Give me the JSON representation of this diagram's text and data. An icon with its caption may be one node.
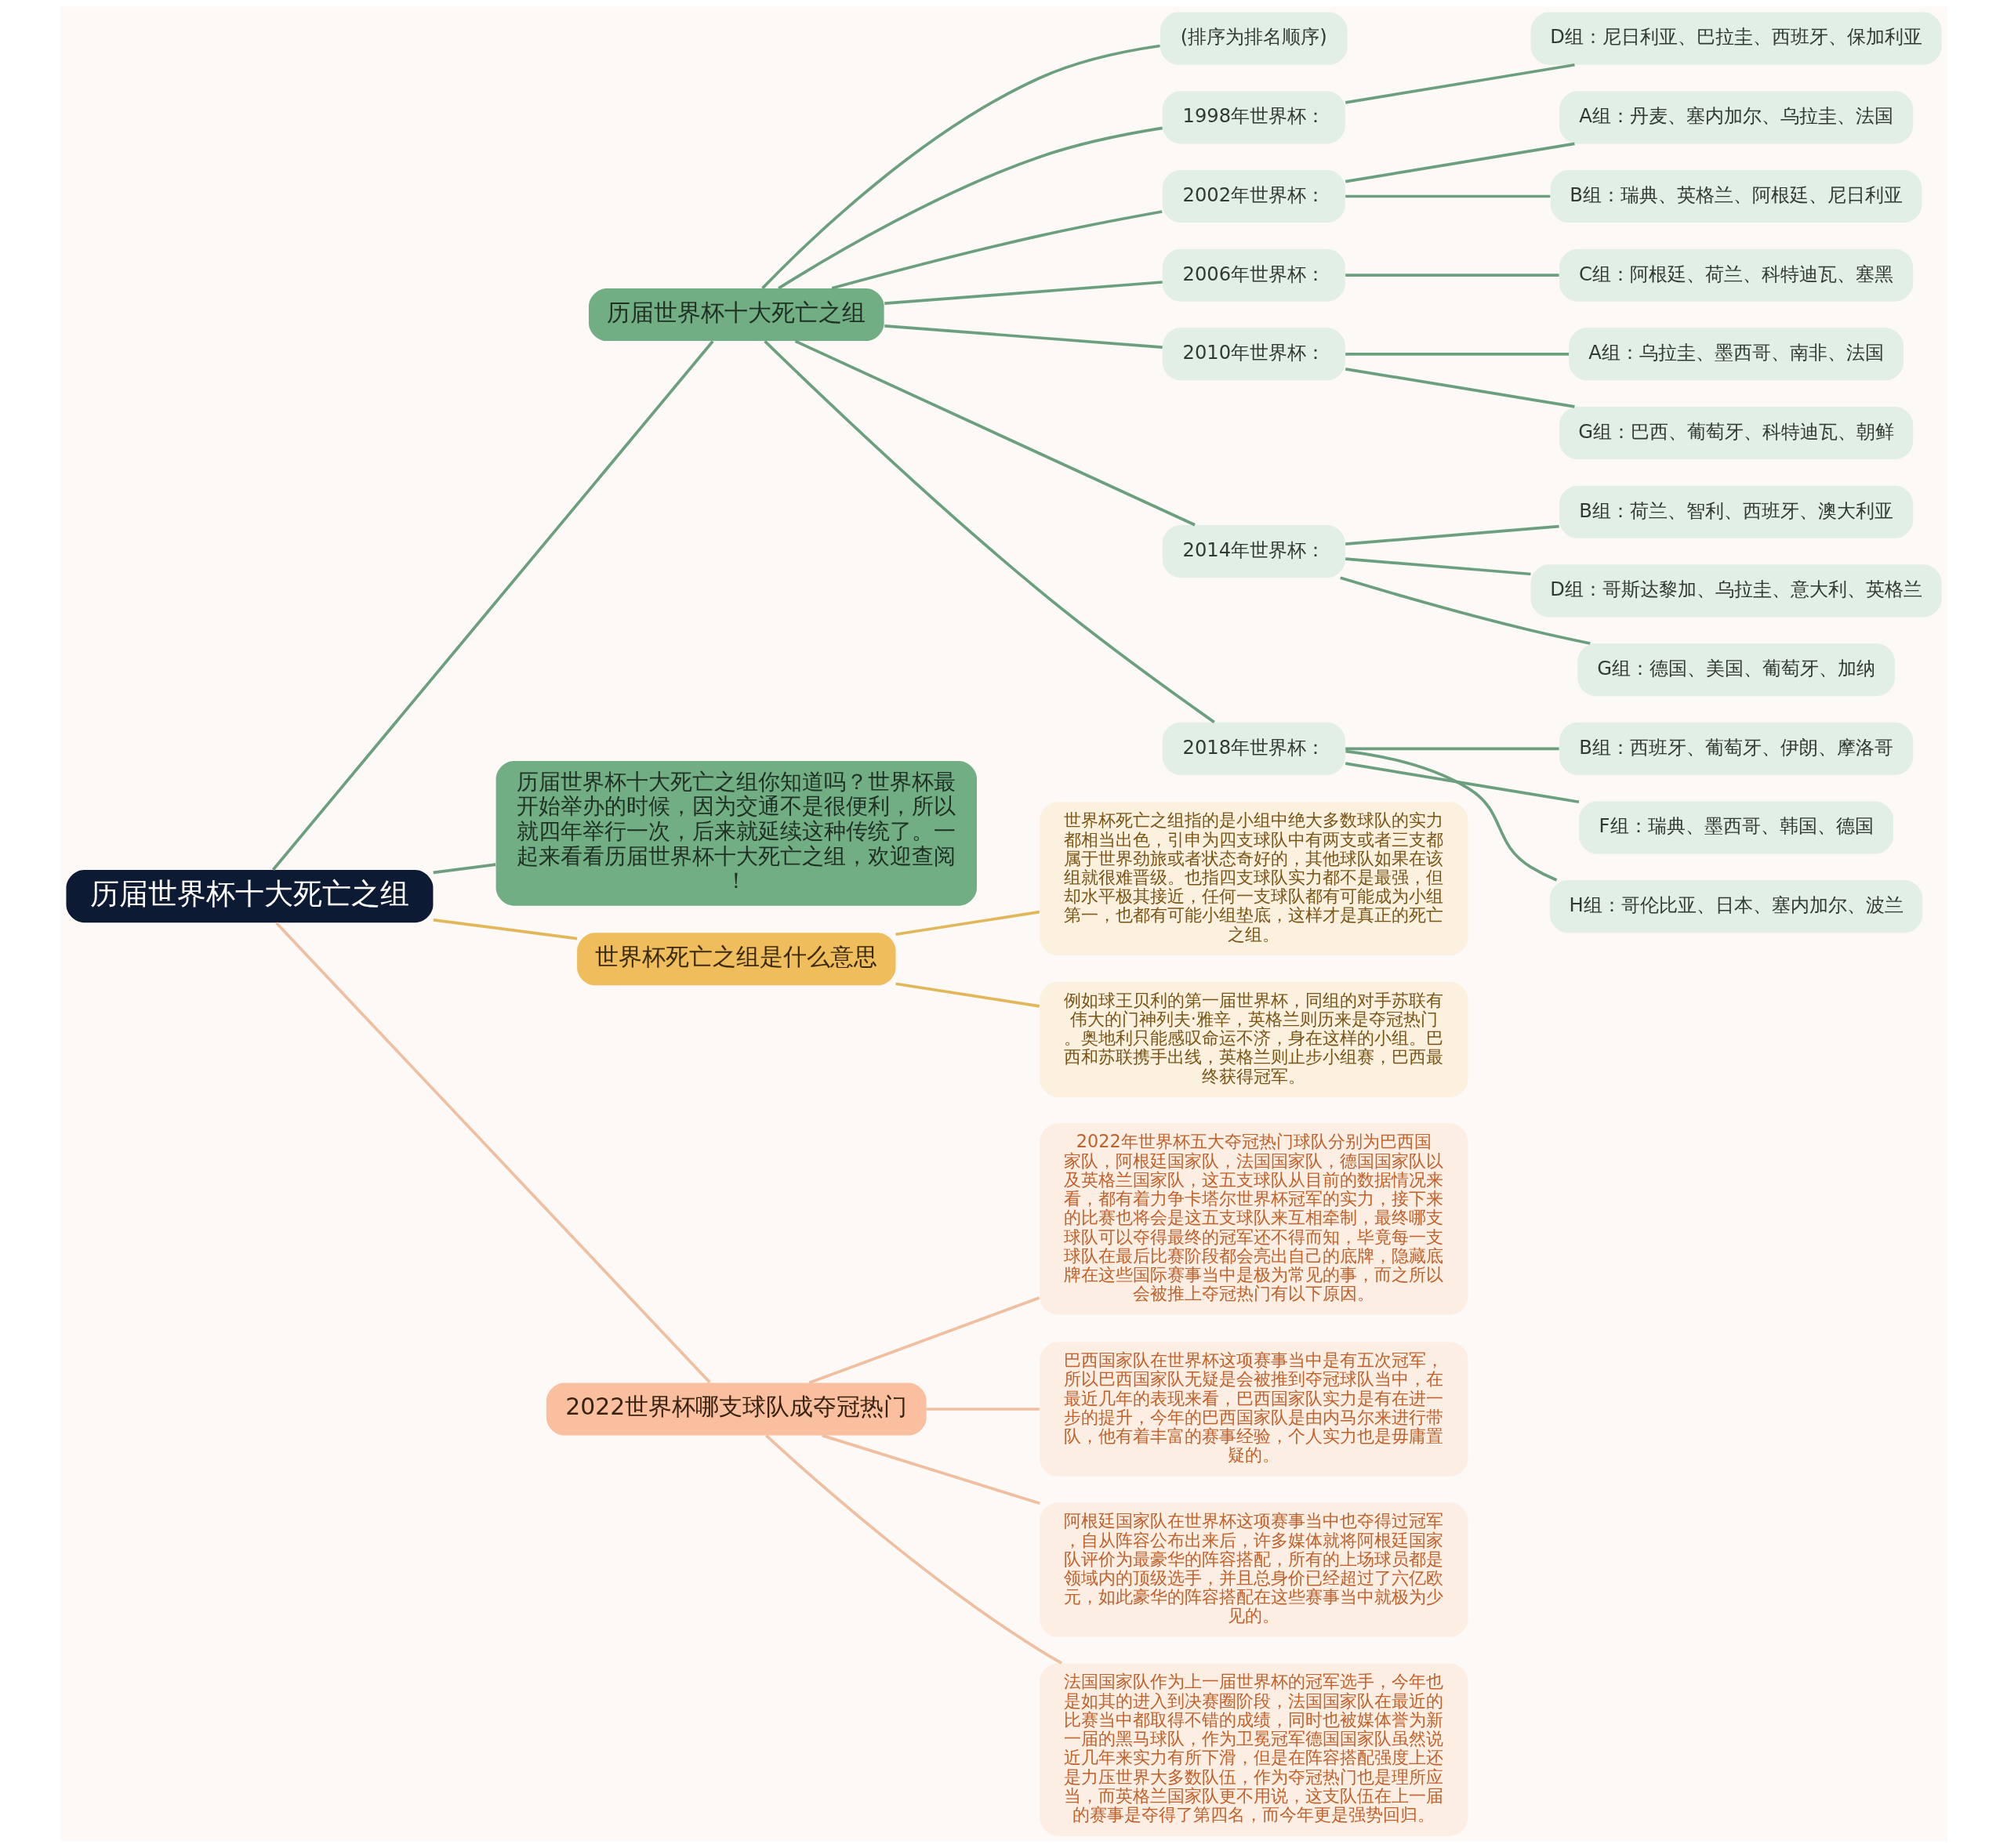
{
  "diagram": {
    "nodes": [
      {
        "text": [
          "历届世界杯十大死亡之组"
        ]
      },
      {
        "text": [
          "历届世界杯十大死亡之组"
        ]
      },
      {
        "text": [
          "(排序为排名顺序)"
        ]
      },
      {
        "text": [
          "1998年世界杯："
        ]
      },
      {
        "text": [
          "D组：尼日利亚、巴拉圭、西班牙、保加利亚"
        ]
      },
      {
        "text": [
          "2002年世界杯："
        ]
      },
      {
        "text": [
          "A组：丹麦、塞内加尔、乌拉圭、法国"
        ]
      },
      {
        "text": [
          "B组：瑞典、英格兰、阿根廷、尼日利亚"
        ]
      },
      {
        "text": [
          "2006年世界杯："
        ]
      },
      {
        "text": [
          "C组：阿根廷、荷兰、科特迪瓦、塞黑"
        ]
      },
      {
        "text": [
          "2010年世界杯："
        ]
      },
      {
        "text": [
          "A组：乌拉圭、墨西哥、南非、法国"
        ]
      },
      {
        "text": [
          "G组：巴西、葡萄牙、科特迪瓦、朝鲜"
        ]
      },
      {
        "text": [
          "2014年世界杯："
        ]
      },
      {
        "text": [
          "B组：荷兰、智利、西班牙、澳大利亚"
        ]
      },
      {
        "text": [
          "D组：哥斯达黎加、乌拉圭、意大利、英格兰"
        ]
      },
      {
        "text": [
          "G组：德国、美国、葡萄牙、加纳"
        ]
      },
      {
        "text": [
          "2018年世界杯："
        ]
      },
      {
        "text": [
          "B组：西班牙、葡萄牙、伊朗、摩洛哥"
        ]
      },
      {
        "text": [
          "F组：瑞典、墨西哥、韩国、德国"
        ]
      },
      {
        "text": [
          "H组：哥伦比亚、日本、塞内加尔、波兰"
        ]
      },
      {
        "text": [
          "历届世界杯十大死亡之组你知道吗？世界杯最开始举办的时候，因为交通不是很便利，所以就四年举行一次，后来就延续这种传统了。一起来看看历届世界杯十大死亡之组，欢迎查阅！"
        ]
      },
      {
        "text": [
          "世界杯死亡之组是什么意思"
        ]
      },
      {
        "text": [
          "世界杯死亡之组指的是小组中绝大多数球队的实力都相当出色，引申为四支球队中有两支或者三支都属于世界劲旅或者状态奇好的，其他球队如果在该组就很难晋级。也指四支球队实力都不是最强，但却水平极其接近，任何一支球队都有可能成为小组第一，也都有可能小组垫底，这样才是真正的死亡之组。"
        ]
      },
      {
        "text": [
          "例如球王贝利的第一届世界杯，同组的对手苏联有伟大的门神列夫·雅辛，英格兰则历来是夺冠热门。奥地利只能感叹命运不济，身在这样的小组。巴西和苏联携手出线，英格兰则止步小组赛，巴西最终获得冠军。"
        ]
      },
      {
        "text": [
          "2022世界杯哪支球队成夺冠热门"
        ]
      },
      {
        "text": [
          "2022年世界杯五大夺冠热门球队分别为巴西国家队，阿根廷国家队，法国国家队，德国国家队以及英格兰国家队，这五支球队从目前的数据情况来看，都有着力争卡塔尔世界杯冠军的实力，接下来的比赛也将会是这五支球队来互相牵制，最终哪支球队可以夺得最终的冠军还不得而知，毕竟每一支球队在最后比赛阶段都会亮出自己的底牌，隐藏底牌在这些国际赛事当中是极为常见的事，而之所以会被推上夺冠热门有以下原因。"
        ]
      },
      {
        "text": [
          "巴西国家队在世界杯这项赛事当中是有五次冠军，所以巴西国家队无疑是会被推到夺冠球队当中，在最近几年的表现来看，巴西国家队实力是有在进一步的提升，今年的巴西国家队是由内马尔来进行带队，他有着丰富的赛事经验，个人实力也是毋庸置疑的。"
        ]
      },
      {
        "text": [
          "阿根廷国家队在世界杯这项赛事当中也夺得过冠军，自从阵容公布出来后，许多媒体就将阿根廷国家队评价为最豪华的阵容搭配，所有的上场球员都是领域内的顶级选手，并且总身价已经超过了六亿欧元，如此豪华的阵容搭配在这些赛事当中就极为少见的。"
        ]
      },
      {
        "text": [
          "法国国家队作为上一届世界杯的冠军选手，今年也是如其的进入到决赛圈阶段，法国国家队在最近的比赛当中都取得不错的成绩，同时也被媒体誉为新一届的黑马球队，作为卫冕冠军德国国家队虽然说近几年来实力有所下滑，但是在阵容搭配强度上还是力压世界大多数队伍，作为夺冠热门也是理所应当，而英格兰国家队更不用说，这支队伍在上一届的赛事是夺得了第四名，而今年更是强势回归。"
        ]
      }
    ],
    "edges": [
      {
        "from": 0,
        "to": 1,
        "arrow": "none"
      },
      {
        "from": 1,
        "to": 2,
        "arrow": "none"
      },
      {
        "from": 1,
        "to": 3,
        "arrow": "none"
      },
      {
        "from": 3,
        "to": 4,
        "arrow": "none"
      },
      {
        "from": 1,
        "to": 5,
        "arrow": "none"
      },
      {
        "from": 5,
        "to": 6,
        "arrow": "none"
      },
      {
        "from": 5,
        "to": 7,
        "arrow": "none"
      },
      {
        "from": 1,
        "to": 8,
        "arrow": "none"
      },
      {
        "from": 8,
        "to": 9,
        "arrow": "none"
      },
      {
        "from": 1,
        "to": 10,
        "arrow": "none"
      },
      {
        "from": 10,
        "to": 11,
        "arrow": "none"
      },
      {
        "from": 10,
        "to": 12,
        "arrow": "none"
      },
      {
        "from": 1,
        "to": 13,
        "arrow": "none"
      },
      {
        "from": 13,
        "to": 14,
        "arrow": "none"
      },
      {
        "from": 13,
        "to": 15,
        "arrow": "none"
      },
      {
        "from": 13,
        "to": 16,
        "arrow": "none"
      },
      {
        "from": 1,
        "to": 17,
        "arrow": "none"
      },
      {
        "from": 17,
        "to": 18,
        "arrow": "none"
      },
      {
        "from": 17,
        "to": 19,
        "arrow": "none"
      },
      {
        "from": 17,
        "to": 20,
        "arrow": "none"
      },
      {
        "from": 0,
        "to": 21,
        "arrow": "none"
      },
      {
        "from": 0,
        "to": 22,
        "arrow": "none",
        "color": "#e2b75a"
      },
      {
        "from": 22,
        "to": 23,
        "arrow": "none",
        "color": "#e2b75a"
      },
      {
        "from": 22,
        "to": 24,
        "arrow": "none",
        "color": "#e2b75a"
      },
      {
        "from": 0,
        "to": 25,
        "arrow": "none",
        "color": "#f0bf9f"
      },
      {
        "from": 25,
        "to": 26,
        "arrow": "none",
        "color": "#f0bf9f"
      },
      {
        "from": 25,
        "to": 27,
        "arrow": "none",
        "color": "#f0bf9f"
      },
      {
        "from": 25,
        "to": 28,
        "arrow": "none",
        "color": "#f0bf9f"
      },
      {
        "from": 25,
        "to": 29,
        "arrow": "none",
        "color": "#f0bf9f"
      }
    ]
  }
}
